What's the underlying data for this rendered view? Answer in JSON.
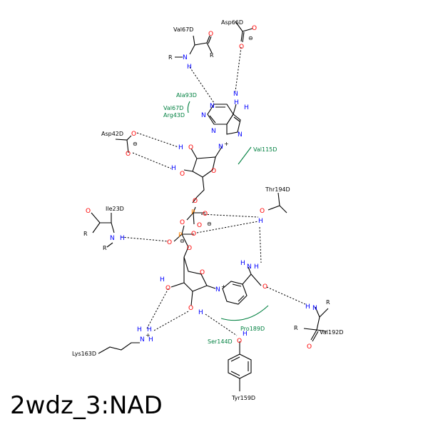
{
  "title": "2wdz_3:NAD",
  "residue_labels": {
    "val67d_top": "Val67D",
    "asp66d": "Asp66D",
    "ala93d": "Ala93D",
    "val67d_arc": "Val67D",
    "arg43d": "Arg43D",
    "asp42d": "Asp42D",
    "val115d": "Val115D",
    "thr194d": "Thr194D",
    "ile23d": "Ile23D",
    "pro189d": "Pro189D",
    "ser144d": "Ser144D",
    "lys163d": "Lys163D",
    "val192d": "Val192D",
    "tyr159d": "Tyr159D"
  },
  "atoms": {
    "N": "N",
    "O": "O",
    "P": "P",
    "H": "H",
    "R": "R",
    "plus": "+",
    "minus": "⊖"
  },
  "colors": {
    "residue_contact": "#008040",
    "nitrogen": "#0000ff",
    "oxygen": "#ff0000",
    "phosphorus": "#ff8000",
    "bond": "#000000"
  }
}
